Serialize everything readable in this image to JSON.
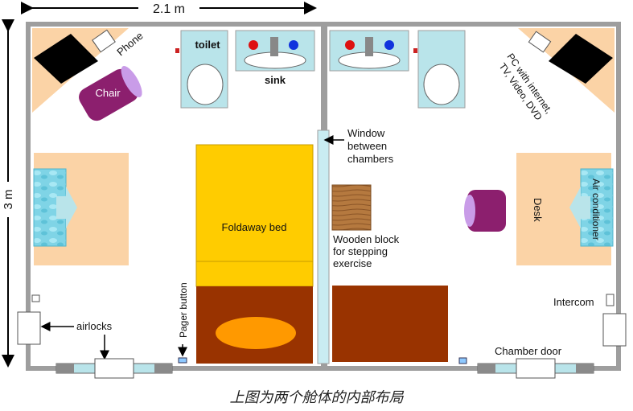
{
  "dimensions": {
    "width_label": "2.1 m",
    "height_label": "3 m"
  },
  "labels": {
    "phone": "Phone",
    "chair": "Chair",
    "toilet": "toilet",
    "sink": "sink",
    "window_line1": "Window",
    "window_line2": "between",
    "window_line3": "chambers",
    "foldaway_bed": "Foldaway bed",
    "pager_button": "Pager button",
    "airlocks": "airlocks",
    "wooden_line1": "Wooden block",
    "wooden_line2": "for stepping",
    "wooden_line3": "exercise",
    "pc_line1": "PC with internet,",
    "pc_line2": "TV, Video, DVD",
    "desk": "Desk",
    "air_conditioner": "Air conditioner",
    "intercom": "Intercom",
    "chamber_door": "Chamber door"
  },
  "caption": "上图为两个舱体的内部布局",
  "colors": {
    "wall": "#9e9e9e",
    "desk": "#fbd3a6",
    "bed_yellow": "#ffcc00",
    "bed_brown": "#993300",
    "oval": "#ff9900",
    "fixture": "#b9e4ea",
    "chair_purple": "#8c1f6e",
    "chair_lilac": "#c99ce8",
    "wood": "#b5793f",
    "pc": "#000000"
  }
}
